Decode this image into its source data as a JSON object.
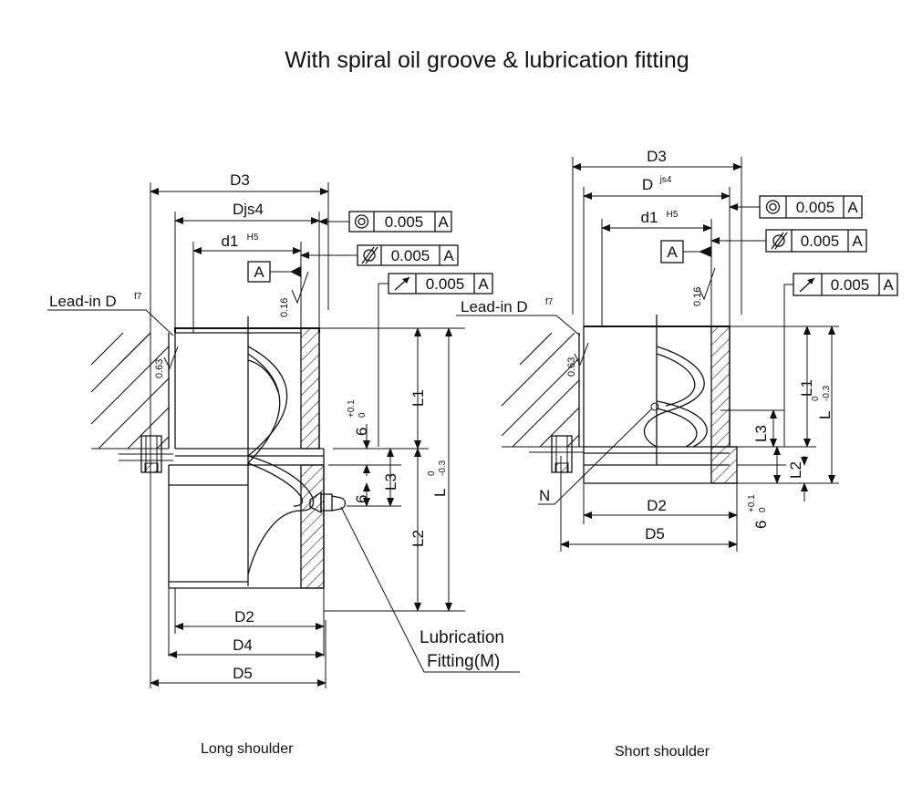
{
  "title": "With spiral oil groove & lubrication fitting",
  "captions": {
    "left": "Long shoulder",
    "right": "Short shoulder"
  },
  "left": {
    "d3": "D3",
    "djs4": "Djs4",
    "d1": "d1",
    "d1_sup": "H5",
    "datum": "A",
    "concentricity": {
      "value": "0.005",
      "datum": "A"
    },
    "cylindricity": {
      "value": "0.005",
      "datum": "A"
    },
    "runout": {
      "value": "0.005",
      "datum": "A"
    },
    "roughness_016": "0.16",
    "roughness_063": "0.63",
    "lead_in": "Lead-in D",
    "lead_in_sup": "f7",
    "l1": "L1",
    "l2": "L2",
    "l3": "L3",
    "l": "L",
    "l_tol_upper": "0",
    "l_tol_lower": "-0.3",
    "six_a": "6",
    "six_a_tol_upper": "+0.1",
    "six_a_tol_lower": "0",
    "six_b": "6",
    "d2": "D2",
    "d4": "D4",
    "d5": "D5",
    "lube_line1": "Lubrication",
    "lube_line2": "Fitting(M)"
  },
  "right": {
    "d3": "D3",
    "djs": "D",
    "djs_sup": "js4",
    "d1": "d1",
    "d1_sup": "H5",
    "datum": "A",
    "concentricity": {
      "value": "0.005",
      "datum": "A"
    },
    "cylindricity": {
      "value": "0.005",
      "datum": "A"
    },
    "runout": {
      "value": "0.005",
      "datum": "A"
    },
    "roughness_016": "0.16",
    "roughness_063": "0.63",
    "lead_in": "Lead-in D",
    "lead_in_sup": "f7",
    "l1": "L1",
    "l2": "L2",
    "l3": "L3",
    "l": "L",
    "l_tol_upper": "0",
    "l_tol_lower": "-0.3",
    "six": "6",
    "six_tol_upper": "+0.1",
    "six_tol_lower": "0",
    "n": "N",
    "d2": "D2",
    "d5": "D5"
  }
}
